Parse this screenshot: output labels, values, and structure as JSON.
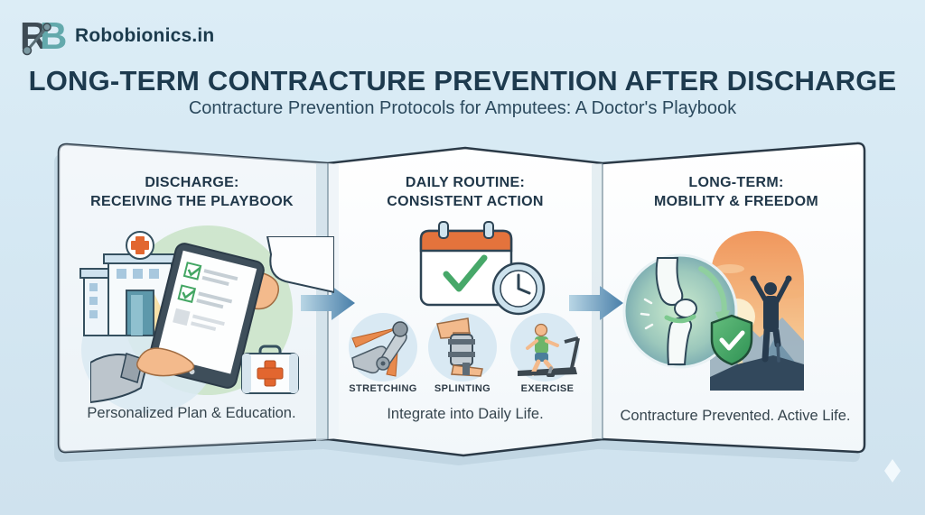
{
  "brand": {
    "logo_letters": "RB",
    "name": "Robobionics.in"
  },
  "header": {
    "title": "LONG-TERM CONTRACTURE PREVENTION AFTER DISCHARGE",
    "subtitle": "Contracture Prevention Protocols for Amputees: A Doctor's Playbook"
  },
  "panels": [
    {
      "heading1": "DISCHARGE:",
      "heading2": "RECEIVING THE PLAYBOOK",
      "caption": "Personalized Plan & Education.",
      "icons": [
        "hospital-icon",
        "tablet-handoff-icon",
        "first-aid-kit-icon"
      ]
    },
    {
      "heading1": "DAILY ROUTINE:",
      "heading2": "CONSISTENT ACTION",
      "activities": [
        {
          "label": "STRETCHING",
          "icon": "stretching-icon"
        },
        {
          "label": "SPLINTING",
          "icon": "splinting-icon"
        },
        {
          "label": "EXERCISE",
          "icon": "exercise-icon"
        }
      ],
      "caption": "Integrate into Daily Life.",
      "icons": [
        "calendar-check-icon",
        "clock-icon"
      ]
    },
    {
      "heading1": "LONG-TERM:",
      "heading2": "MOBILITY & FREEDOM",
      "caption": "Contracture Prevented. Active Life.",
      "icons": [
        "knee-joint-icon",
        "sunrise-hiker-icon",
        "shield-check-icon"
      ]
    }
  ],
  "flow": {
    "arrow_icon": "right-arrow-icon",
    "arrow_count": 2
  },
  "colors": {
    "background": "#d5e8f3",
    "paper": "#fbfdfe",
    "outline": "#2b3a47",
    "title_text": "#1d3a4e",
    "heading_text": "#203749",
    "caption_text": "#36454e",
    "arrow_blue": "#4c87b0",
    "accent_orange": "#e4733c",
    "accent_green": "#43a663",
    "logo_teal": "#63a9ac",
    "logo_dark": "#3e4b54"
  }
}
